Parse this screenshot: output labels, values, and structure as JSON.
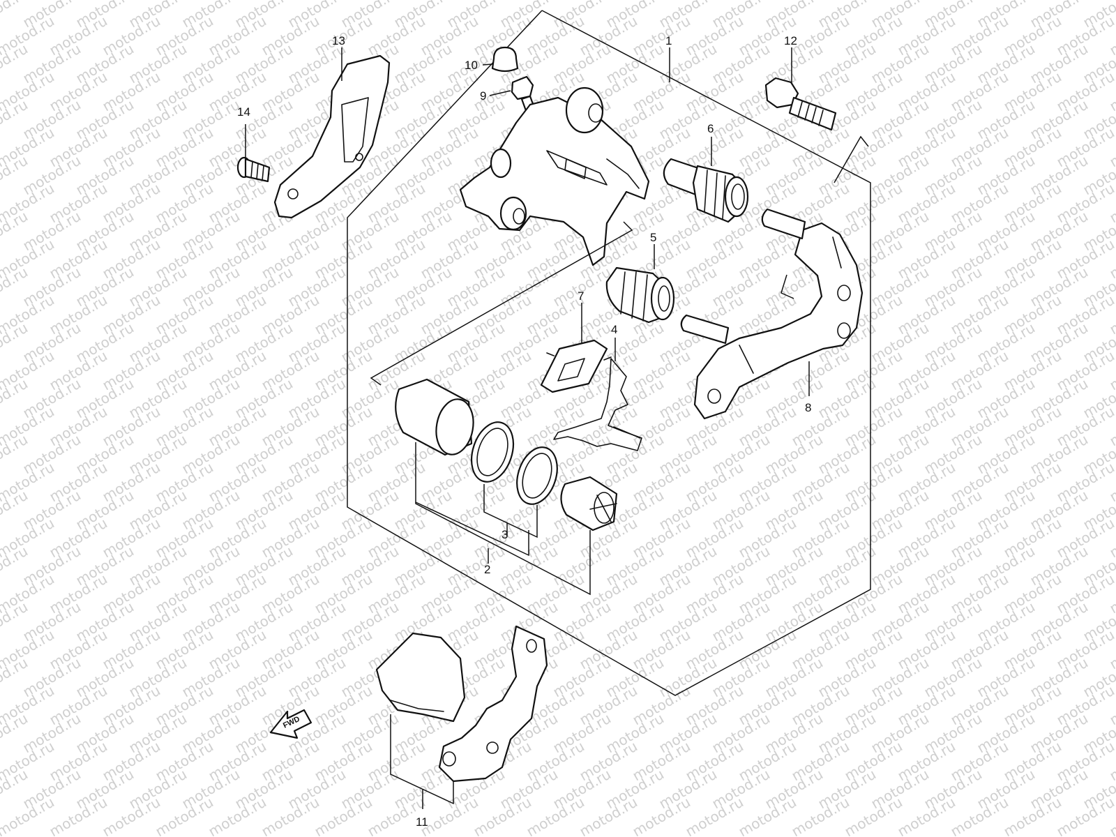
{
  "watermark": {
    "text": "motod.ru"
  },
  "callouts": {
    "c1": "1",
    "c2": "2",
    "c3": "3",
    "c4": "4",
    "c5": "5",
    "c6": "6",
    "c7": "7",
    "c8": "8",
    "c9": "9",
    "c10": "10",
    "c11": "11",
    "c12": "12",
    "c13": "13",
    "c14": "14"
  },
  "direction_arrow": {
    "label": "FWD"
  },
  "colors": {
    "line": "#111111",
    "watermark": "#cfcfcf",
    "background": "#ffffff"
  }
}
